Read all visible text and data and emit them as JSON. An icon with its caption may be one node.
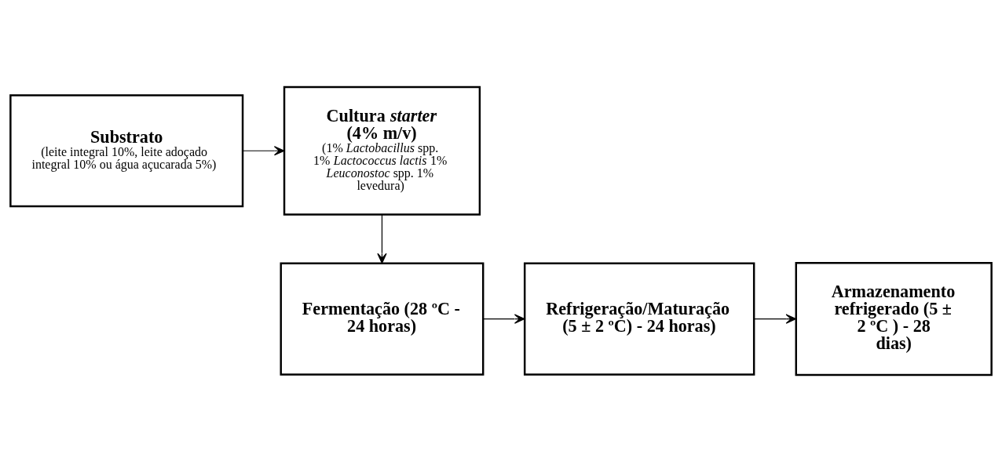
{
  "diagram": {
    "nodes": [
      {
        "text": [
          "Substrato",
          "(leite integral 10%, leite adoçado integral 10% ou água açucarada 5%)"
        ]
      },
      {
        "text": [
          "Cultura *starter* (4% m/v)",
          "(1% *Lactobacillus* spp. 1% *Lactococcus lactis* 1% *Leuconostoc* spp. 1% levedura)"
        ]
      },
      {
        "text": [
          "Fermentação (28 ºC - 24 horas)"
        ]
      },
      {
        "text": [
          "Refrigeração/Maturação (5 ± 2 ºC) - 24 horas)"
        ]
      },
      {
        "text": [
          "Armazenamento refrigerado (5 ± 2 ºC ) - 28 dias)"
        ]
      }
    ],
    "edges": [
      {
        "from": 0,
        "to": 1,
        "arrow": "to"
      },
      {
        "from": 1,
        "to": 2,
        "arrow": "to"
      },
      {
        "from": 2,
        "to": 3,
        "arrow": "to"
      },
      {
        "from": 3,
        "to": 4,
        "arrow": "to"
      }
    ]
  }
}
